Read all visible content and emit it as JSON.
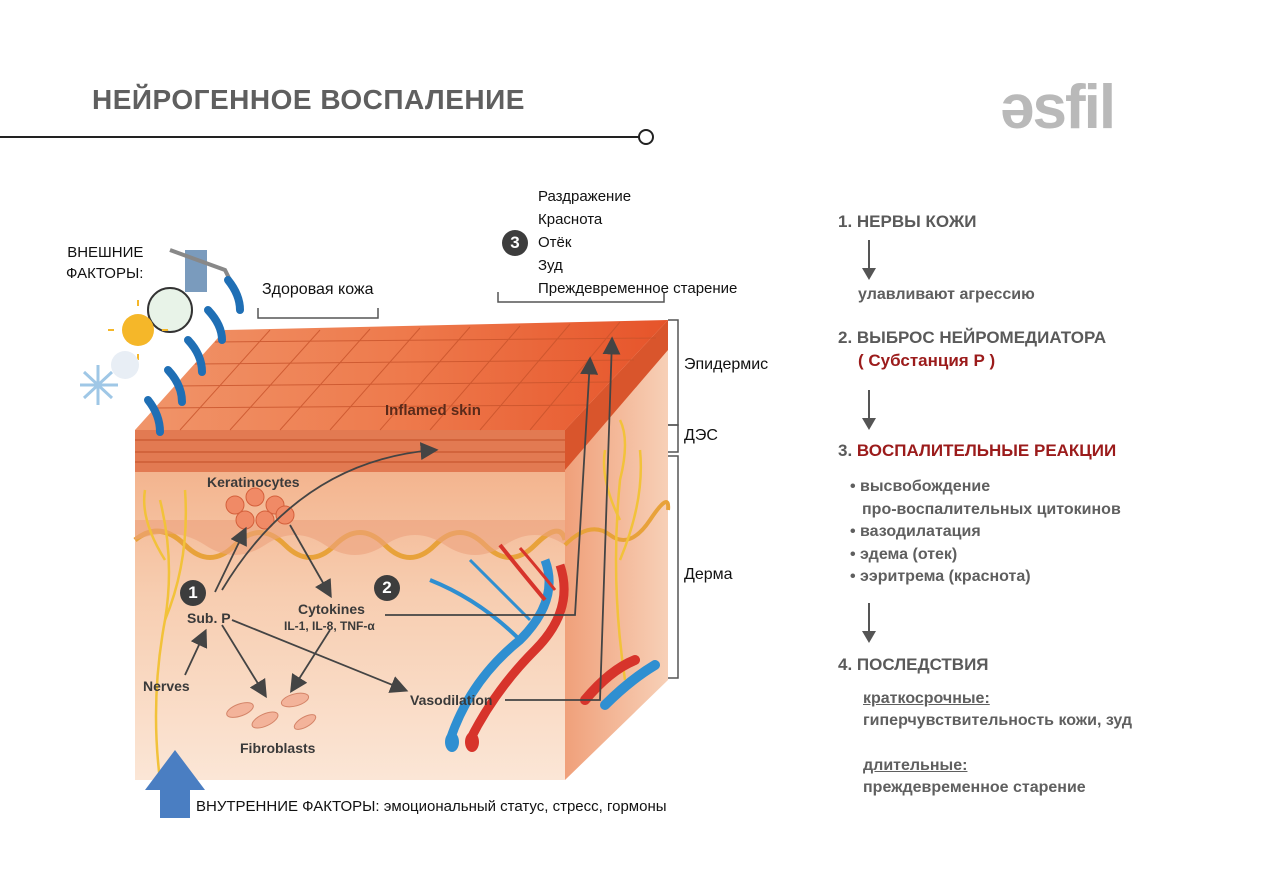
{
  "header": {
    "title": "НЕЙРОГЕННОЕ ВОСПАЛЕНИЕ",
    "logo": "əsfil"
  },
  "diagram": {
    "external_factors": [
      "ВНЕШНИЕ",
      "ФАКТОРЫ:"
    ],
    "healthy_skin": "Здоровая кожа",
    "inflamed_skin": "Inflamed skin",
    "keratinocytes": "Keratinocytes",
    "badge_1": "1",
    "badge_2": "2",
    "badge_3": "3",
    "sub_p": "Sub. P",
    "cytokines": "Cytokines",
    "cytokines_list": "IL-1, IL-8, TNF-α",
    "nerves": "Nerves",
    "fibroblasts": "Fibroblasts",
    "vasodilation": "Vasodilation",
    "symptoms": [
      "Раздражение",
      "Краснота",
      "Отёк",
      "Зуд",
      "Преждевременное старение"
    ],
    "layers": {
      "epidermis": "Эпидермис",
      "des": "ДЭС",
      "dermis": "Дерма"
    },
    "internal_factors": "ВНУТРЕННИЕ ФАКТОРЫ: эмоциональный статус, стресс, гормоны"
  },
  "steps": {
    "s1_title": "1. НЕРВЫ КОЖИ",
    "s1_sub": "улавливают агрессию",
    "s2_title": "2. ВЫБРОС НЕЙРОМЕДИАТОРА",
    "s2_sub": "( Субстанция Р )",
    "s3_prefix": "3.",
    "s3_title": "ВОСПАЛИТЕЛЬНЫЕ РЕАКЦИИ",
    "s3_bullets": [
      "• высвобождение",
      "  про-воспалительных цитокинов",
      "• вазодилатация",
      "• эдема (отек)",
      "• ээритрема (краснота)"
    ],
    "s4_title": "4. ПОСЛЕДСТВИЯ",
    "short_term_label": "краткосрочные:",
    "short_term_text": "гиперчувствительность кожи, зуд",
    "long_term_label": "длительные:",
    "long_term_text": "преждевременное старение"
  },
  "colors": {
    "accent_red": "#9b1b1b",
    "skin_surface": "#e8623a",
    "vein_blue": "#2f8fd1",
    "artery_red": "#d7342b",
    "internal_arrow": "#4a7ec2"
  }
}
